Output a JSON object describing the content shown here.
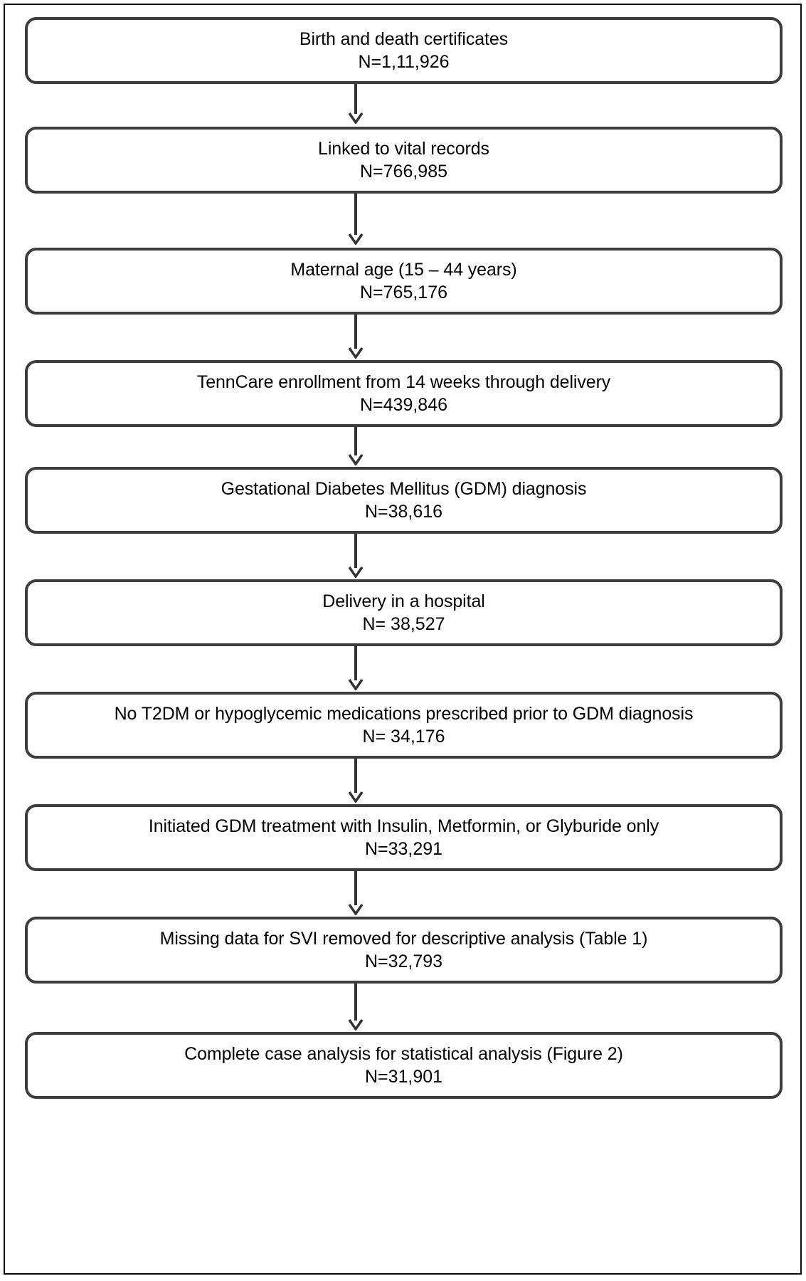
{
  "figure": {
    "type": "flowchart",
    "orientation": "vertical",
    "description": "Study cohort selection flow diagram",
    "box_border_color": "#3d3d3d",
    "arrow_color": "#333333",
    "text_color": "#000000",
    "frame_color": "#0a0a0a"
  },
  "nodes": [
    {
      "id": "birth-death-certificates",
      "label": "Birth and death certificates",
      "count": "N=1,11,926"
    },
    {
      "id": "linked-vital-records",
      "label": "Linked to vital records",
      "count": "N=766,985"
    },
    {
      "id": "maternal-age",
      "label": "Maternal age (15 – 44 years)",
      "count": "N=765,176"
    },
    {
      "id": "tenncare-enrollment",
      "label": "TennCare enrollment from 14 weeks through delivery",
      "count": "N=439,846"
    },
    {
      "id": "gdm-diagnosis",
      "label": "Gestational Diabetes Mellitus (GDM) diagnosis",
      "count": "N=38,616"
    },
    {
      "id": "delivery-hospital",
      "label": "Delivery in a hospital",
      "count": "N= 38,527"
    },
    {
      "id": "no-t2dm-medications",
      "label": "No T2DM or hypoglycemic medications prescribed prior to GDM diagnosis",
      "count": "N= 34,176"
    },
    {
      "id": "initiated-gdm-treatment",
      "label": "Initiated GDM treatment with Insulin, Metformin, or Glyburide only",
      "count": "N=33,291"
    },
    {
      "id": "missing-svi-removed",
      "label": "Missing data for SVI removed for descriptive analysis (Table 1)",
      "count": "N=32,793"
    },
    {
      "id": "complete-case-analysis",
      "label": "Complete case analysis for statistical analysis (Figure 2)",
      "count": "N=31,901"
    }
  ],
  "connectors": [
    {
      "from": "birth-death-certificates",
      "to": "linked-vital-records"
    },
    {
      "from": "linked-vital-records",
      "to": "maternal-age"
    },
    {
      "from": "maternal-age",
      "to": "tenncare-enrollment"
    },
    {
      "from": "tenncare-enrollment",
      "to": "gdm-diagnosis"
    },
    {
      "from": "gdm-diagnosis",
      "to": "delivery-hospital"
    },
    {
      "from": "delivery-hospital",
      "to": "no-t2dm-medications"
    },
    {
      "from": "no-t2dm-medications",
      "to": "initiated-gdm-treatment"
    },
    {
      "from": "initiated-gdm-treatment",
      "to": "missing-svi-removed"
    },
    {
      "from": "missing-svi-removed",
      "to": "complete-case-analysis"
    }
  ]
}
